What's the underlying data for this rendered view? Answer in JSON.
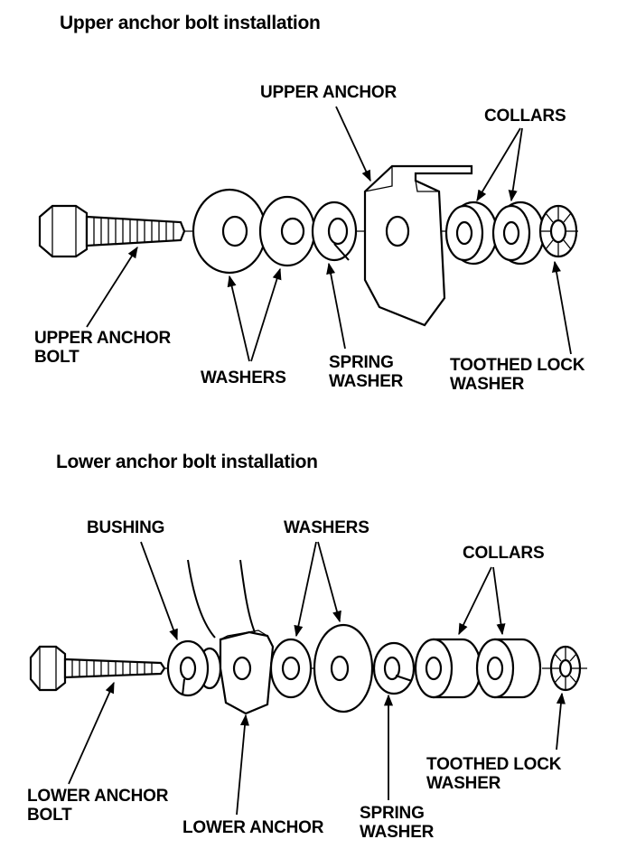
{
  "upper": {
    "title": "Upper anchor bolt installation",
    "labels": {
      "upper_anchor": "UPPER ANCHOR",
      "collars": "COLLARS",
      "bolt_line1": "UPPER ANCHOR",
      "bolt_line2": "BOLT",
      "washers": "WASHERS",
      "spring_line1": "SPRING",
      "spring_line2": "WASHER",
      "lock_line1": "TOOTHED LOCK",
      "lock_line2": "WASHER"
    }
  },
  "lower": {
    "title": "Lower anchor bolt installation",
    "labels": {
      "bushing": "BUSHING",
      "washers": "WASHERS",
      "collars": "COLLARS",
      "bolt_line1": "LOWER ANCHOR",
      "bolt_line2": "BOLT",
      "lower_anchor": "LOWER ANCHOR",
      "spring_line1": "SPRING",
      "spring_line2": "WASHER",
      "lock_line1": "TOOTHED LOCK",
      "lock_line2": "WASHER"
    }
  }
}
